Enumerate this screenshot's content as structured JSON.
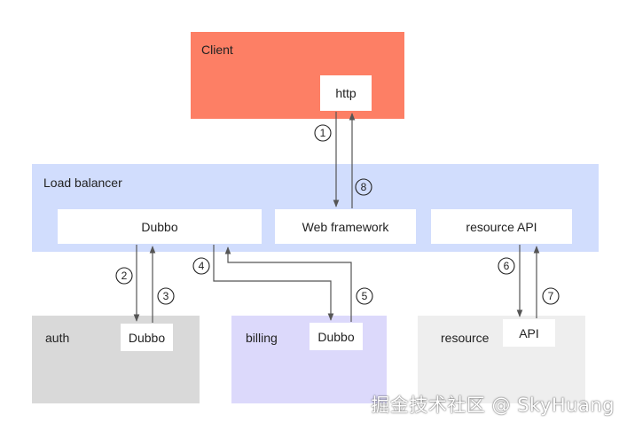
{
  "client": {
    "title": "Client",
    "inner": "http"
  },
  "load_balancer": {
    "title": "Load balancer",
    "dubbo": "Dubbo",
    "web": "Web framework",
    "resource_api": "resource API"
  },
  "auth": {
    "title": "auth",
    "inner": "Dubbo"
  },
  "billing": {
    "title": "billing",
    "inner": "Dubbo"
  },
  "resource": {
    "title": "resource",
    "inner": "API"
  },
  "steps": [
    "1",
    "2",
    "3",
    "4",
    "5",
    "6",
    "7",
    "8"
  ],
  "watermark": "掘金技术社区 @ SkyHuang",
  "colors": {
    "client": "#fd7f65",
    "load_balancer": "#d1ddfd",
    "auth": "#d9d9d9",
    "billing": "#dcd9fb",
    "resource": "#eeeeee"
  }
}
